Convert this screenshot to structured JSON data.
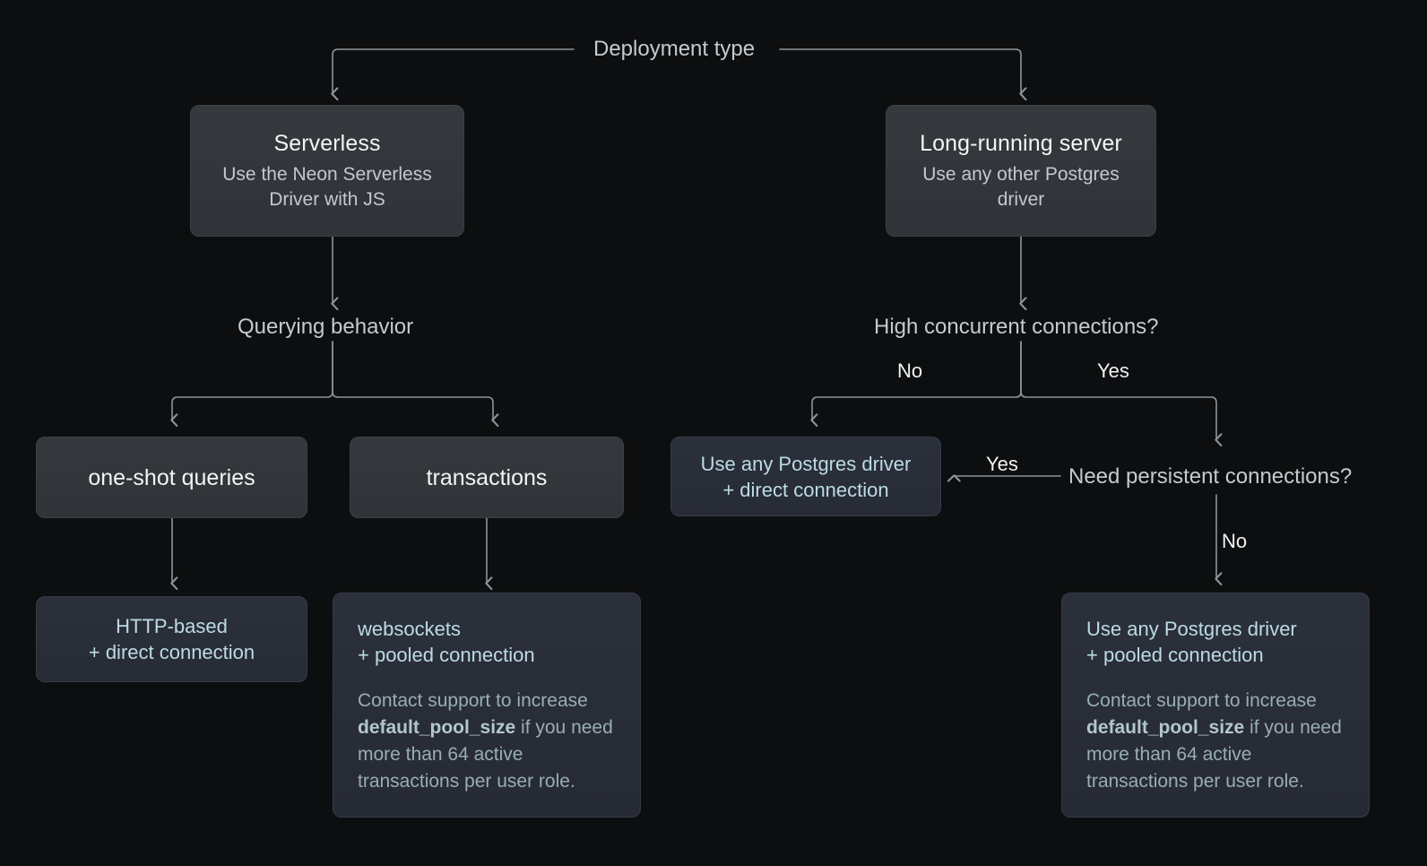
{
  "diagram": {
    "title": "Deployment type",
    "root_label": "Deployment type",
    "branches": {
      "serverless": {
        "title": "Serverless",
        "subtitle": "Use the Neon Serverless Driver with JS",
        "subtitle_line1": "Use the Neon Serverless",
        "subtitle_line2": "Driver with JS",
        "decision": "Querying behavior",
        "options": {
          "one_shot": "one-shot queries",
          "transactions": "transactions"
        },
        "outcomes": {
          "one_shot": {
            "line1": "HTTP-based",
            "line2": "+ direct connection"
          },
          "transactions": {
            "line1": "websockets",
            "line2": "+ pooled connection",
            "note_pre": "Contact support to increase ",
            "note_code": "default_pool_size",
            "note_post": " if you need more than 64 active transactions per user role."
          }
        }
      },
      "long_running": {
        "title": "Long-running server",
        "subtitle": "Use any other Postgres driver",
        "subtitle_line1": "Use any other Postgres",
        "subtitle_line2": "driver",
        "decision": "High concurrent connections?",
        "edge_no": "No",
        "edge_yes": "Yes",
        "second_decision": "Need persistent connections?",
        "second_edge_yes": "Yes",
        "second_edge_no": "No",
        "outcomes": {
          "direct": {
            "line1": "Use any Postgres driver",
            "line2": "+ direct connection"
          },
          "pooled": {
            "line1": "Use any Postgres driver",
            "line2": "+ pooled connection",
            "note_pre": "Contact support to increase ",
            "note_code": "default_pool_size",
            "note_post": " if you need more than 64 active transactions per user role."
          }
        }
      }
    },
    "colors": {
      "background": "#0d0e0f",
      "node_grey": "#33363b",
      "node_blue": "#2a2f3a",
      "wire": "#8e949c",
      "text_primary": "#f2f4f6",
      "text_secondary": "#c3c9cf",
      "accent_cyan": "#bcdbe4"
    }
  }
}
